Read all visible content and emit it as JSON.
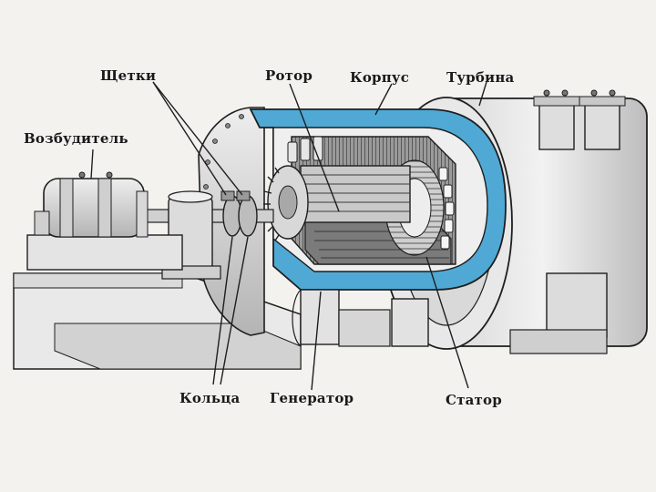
{
  "labels": {
    "brushes": "Щетки",
    "rotor": "Ротор",
    "housing": "Корпус",
    "turbine": "Турбина",
    "exciter": "Возбудитель",
    "rings": "Кольца",
    "generator": "Генератор",
    "stator": "Статор"
  },
  "colors": {
    "housing": "#4fa9d4",
    "metal_light": "#e4e4e4",
    "metal_mid": "#bdbdbd",
    "metal_dark": "#6e6e6e",
    "line": "#1e1e1e"
  }
}
